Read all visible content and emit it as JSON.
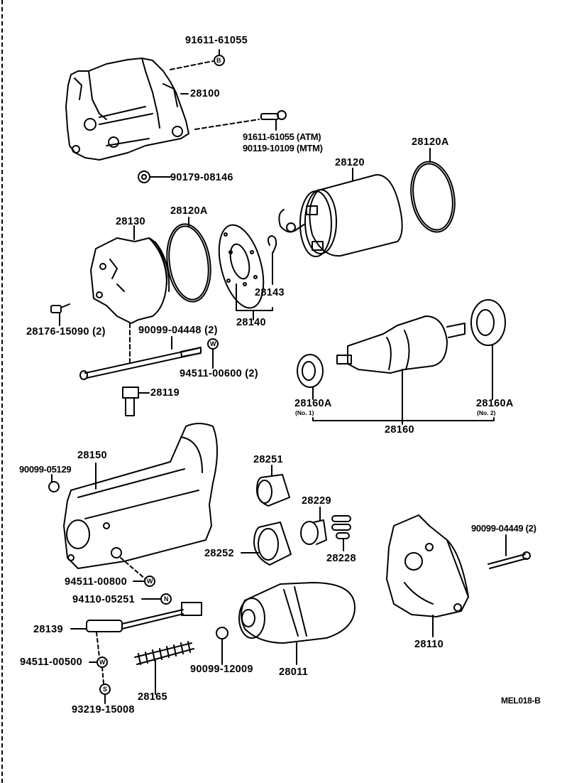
{
  "diagram": {
    "type": "exploded-parts-diagram",
    "subject": "starter motor assembly",
    "reference_code": "MEL018-B",
    "parts": [
      {
        "id": "p-91611-61055-top",
        "number": "91611-61055",
        "symbol": "B"
      },
      {
        "id": "p-28100",
        "number": "28100"
      },
      {
        "id": "p-bolt-atm",
        "number": "91611-61055 (ATM)"
      },
      {
        "id": "p-bolt-mtm",
        "number": "90119-10109 (MTM)"
      },
      {
        "id": "p-90179-08146",
        "number": "90179-08146"
      },
      {
        "id": "p-28120",
        "number": "28120"
      },
      {
        "id": "p-28120A-right",
        "number": "28120A"
      },
      {
        "id": "p-28130",
        "number": "28130"
      },
      {
        "id": "p-28120A-left",
        "number": "28120A"
      },
      {
        "id": "p-28143",
        "number": "28143"
      },
      {
        "id": "p-28140",
        "number": "28140"
      },
      {
        "id": "p-28176-15090",
        "number": "28176-15090 (2)"
      },
      {
        "id": "p-90099-04448",
        "number": "90099-04448 (2)"
      },
      {
        "id": "p-94511-00600",
        "number": "94511-00600 (2)",
        "symbol": "W"
      },
      {
        "id": "p-28119",
        "number": "28119"
      },
      {
        "id": "p-28160A-1",
        "number": "28160A",
        "note": "(No. 1)"
      },
      {
        "id": "p-28160A-2",
        "number": "28160A",
        "note": "(No. 2)"
      },
      {
        "id": "p-28160",
        "number": "28160"
      },
      {
        "id": "p-28150",
        "number": "28150"
      },
      {
        "id": "p-90099-05129",
        "number": "90099-05129"
      },
      {
        "id": "p-28251",
        "number": "28251"
      },
      {
        "id": "p-28229",
        "number": "28229"
      },
      {
        "id": "p-28252",
        "number": "28252"
      },
      {
        "id": "p-28228",
        "number": "28228"
      },
      {
        "id": "p-90099-04449",
        "number": "90099-04449 (2)"
      },
      {
        "id": "p-94511-00800",
        "number": "94511-00800",
        "symbol": "W"
      },
      {
        "id": "p-94110-05251",
        "number": "94110-05251",
        "symbol": "N"
      },
      {
        "id": "p-28139",
        "number": "28139"
      },
      {
        "id": "p-94511-00500",
        "number": "94511-00500",
        "symbol": "W"
      },
      {
        "id": "p-93219-15008",
        "number": "93219-15008",
        "symbol": "S"
      },
      {
        "id": "p-28165",
        "number": "28165"
      },
      {
        "id": "p-90099-12009",
        "number": "90099-12009"
      },
      {
        "id": "p-28011",
        "number": "28011"
      },
      {
        "id": "p-28110",
        "number": "28110"
      }
    ]
  }
}
